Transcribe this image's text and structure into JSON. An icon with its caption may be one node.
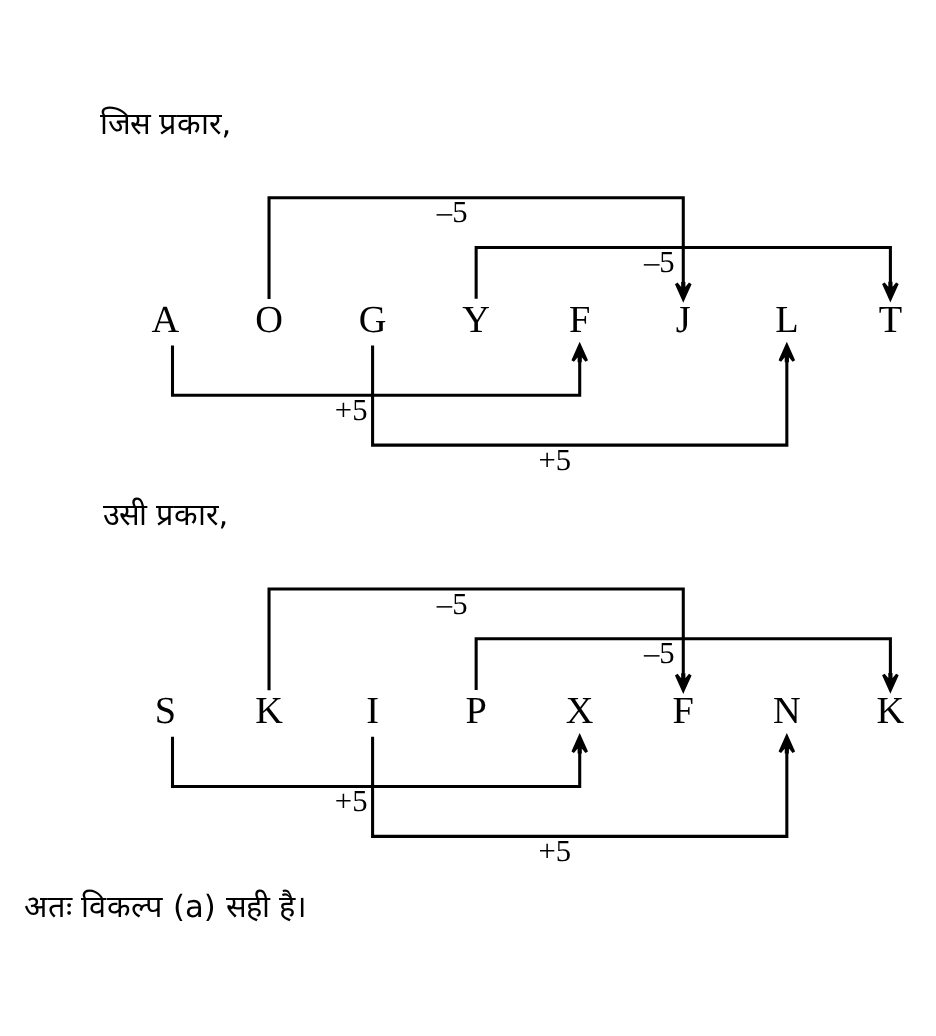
{
  "diagram": {
    "nodes": [
      {
        "text": [
          "A"
        ]
      },
      {
        "text": [
          "O"
        ]
      },
      {
        "text": [
          "G"
        ]
      },
      {
        "text": [
          "Y"
        ]
      },
      {
        "text": [
          "F"
        ]
      },
      {
        "text": [
          "J"
        ]
      },
      {
        "text": [
          "L"
        ]
      },
      {
        "text": [
          "T"
        ]
      },
      {
        "text": [
          "S"
        ]
      },
      {
        "text": [
          "K"
        ]
      },
      {
        "text": [
          "I"
        ]
      },
      {
        "text": [
          "P"
        ]
      },
      {
        "text": [
          "X"
        ]
      },
      {
        "text": [
          "F"
        ]
      },
      {
        "text": [
          "N"
        ]
      },
      {
        "text": [
          "K"
        ]
      }
    ],
    "edges": [
      {
        "from": 0,
        "to": 4,
        "arrow": "to",
        "label": "+5"
      },
      {
        "from": 1,
        "to": 5,
        "arrow": "to",
        "label": "–5"
      },
      {
        "from": 2,
        "to": 6,
        "arrow": "to",
        "label": "+5"
      },
      {
        "from": 3,
        "to": 7,
        "arrow": "to",
        "label": "–5"
      },
      {
        "from": 8,
        "to": 12,
        "arrow": "to",
        "label": "+5"
      },
      {
        "from": 9,
        "to": 13,
        "arrow": "to",
        "label": "–5"
      },
      {
        "from": 10,
        "to": 14,
        "arrow": "to",
        "label": "+5"
      },
      {
        "from": 11,
        "to": 15,
        "arrow": "to",
        "label": "–5"
      }
    ],
    "labels": [
      "जिस प्रकार,",
      "उसी प्रकार,",
      "अतः विकल्प (a) सही है।"
    ]
  }
}
